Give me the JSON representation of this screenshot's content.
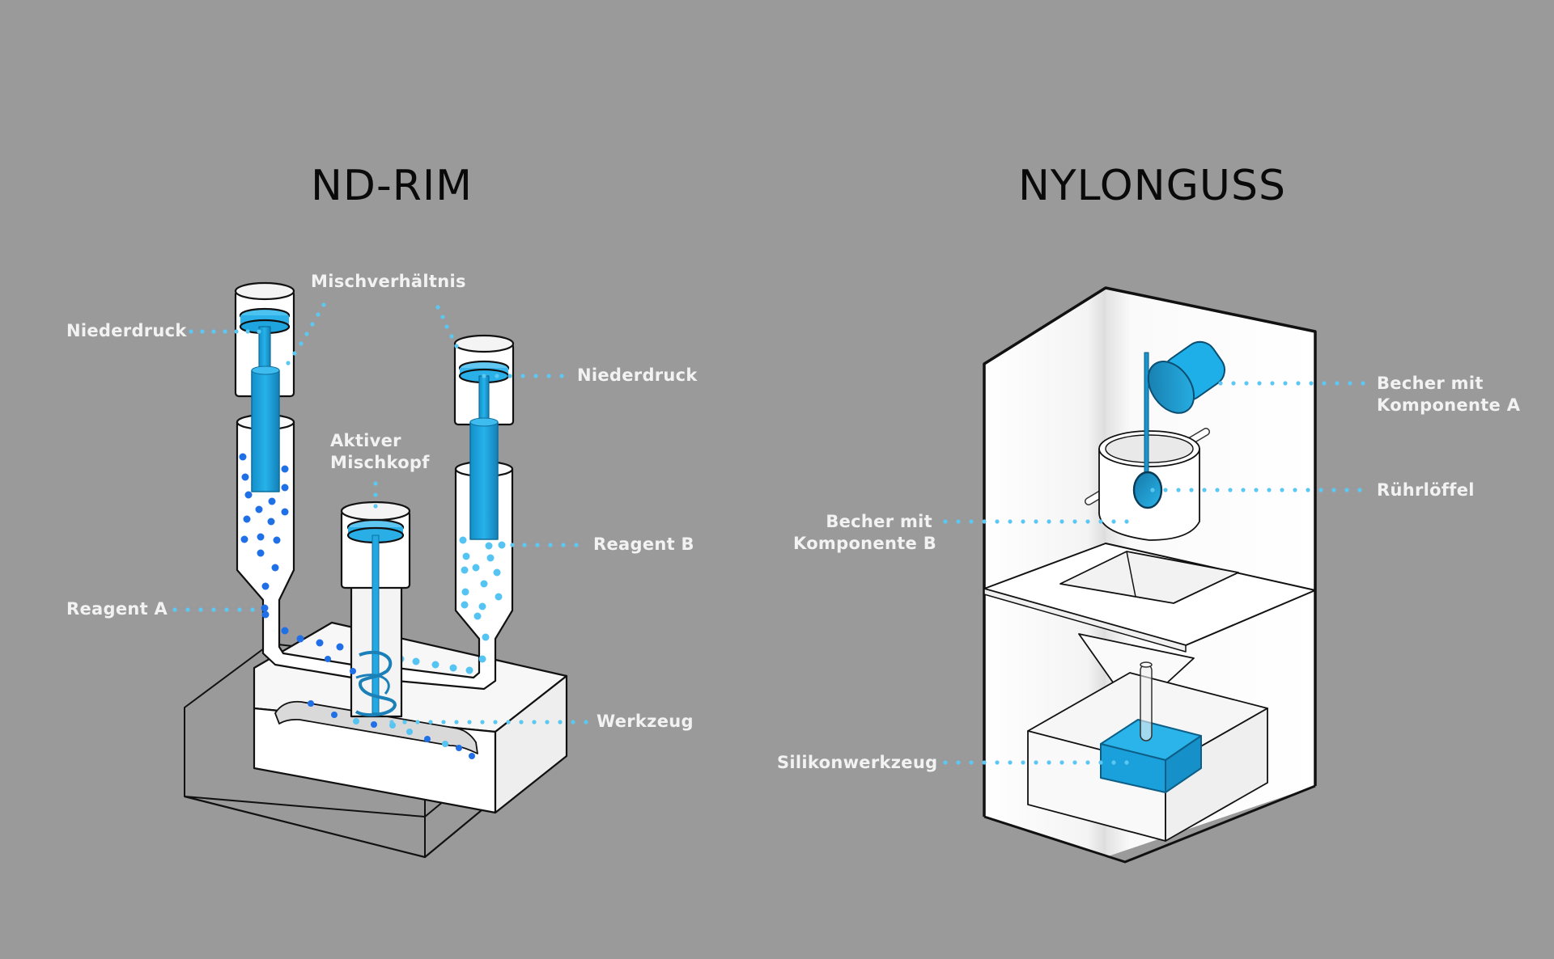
{
  "colors": {
    "background": "#9a9a9a",
    "accent_blue": "#1fa9e1",
    "dark_blue": "#1e6fe0",
    "light_blue": "#62c6f0",
    "leader_dot": "#5cc8f2",
    "outline": "#111111",
    "surface": "#ffffff"
  },
  "left_panel": {
    "title": "ND-RIM",
    "labels": {
      "niederdruck_left": "Niederdruck",
      "mischverhaeltnis": "Mischverhältnis",
      "niederdruck_right": "Niederdruck",
      "aktiver_line1": "Aktiver",
      "aktiver_line2": "Mischkopf",
      "reagent_b": "Reagent B",
      "reagent_a": "Reagent A",
      "werkzeug": "Werkzeug"
    }
  },
  "right_panel": {
    "title": "NYLONGUSS",
    "labels": {
      "becher_a_line1": "Becher mit",
      "becher_a_line2": "Komponente A",
      "ruehrloeffel": "Rührlöffel",
      "becher_b_line1": "Becher mit",
      "becher_b_line2": "Komponente B",
      "silikonwerkzeug": "Silikonwerkzeug"
    }
  }
}
